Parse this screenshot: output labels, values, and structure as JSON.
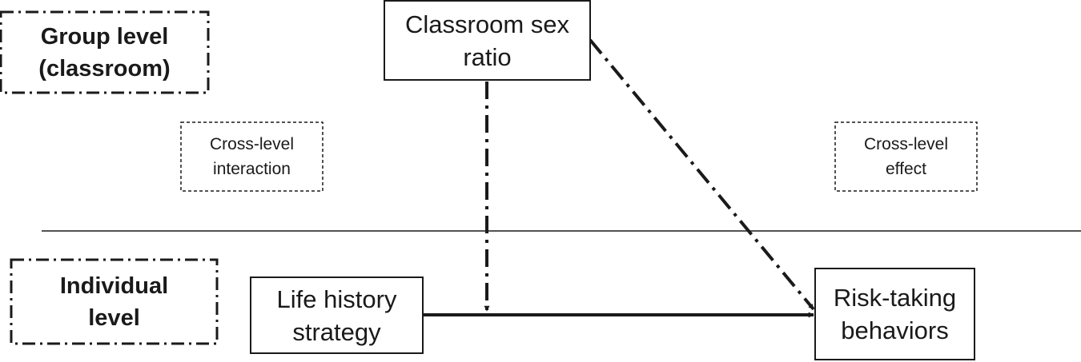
{
  "group_level": {
    "line1": "Group level",
    "line2": "(classroom)"
  },
  "individual_level": {
    "line1": "Individual",
    "line2": "level"
  },
  "classroom_sex_ratio": {
    "line1": "Classroom sex",
    "line2": "ratio"
  },
  "life_history_strategy": {
    "line1": "Life history",
    "line2": "strategy"
  },
  "risk_taking_behaviors": {
    "line1": "Risk-taking",
    "line2": "behaviors"
  },
  "cross_level_interaction": {
    "line1": "Cross-level",
    "line2": "interaction"
  },
  "cross_level_effect": {
    "line1": "Cross-level",
    "line2": "effect"
  }
}
